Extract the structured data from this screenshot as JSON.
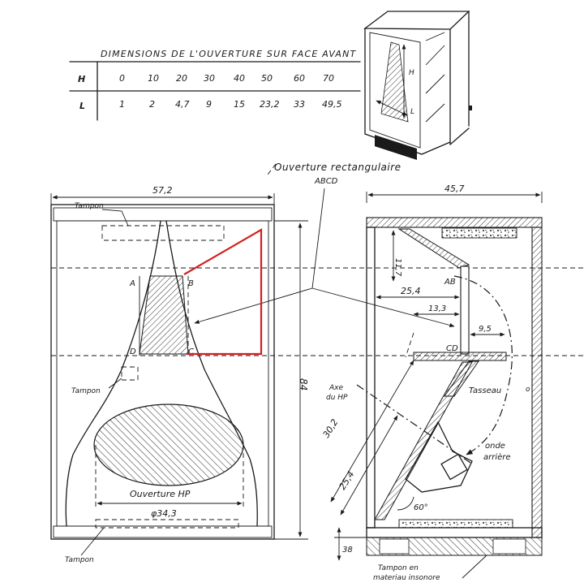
{
  "table": {
    "title": "DIMENSIONS DE L'OUVERTURE SUR FACE AVANT",
    "rows": [
      {
        "label": "H",
        "values": [
          "0",
          "10",
          "20",
          "30",
          "40",
          "50",
          "60",
          "70"
        ]
      },
      {
        "label": "L",
        "values": [
          "1",
          "2",
          "4,7",
          "9",
          "15",
          "23,2",
          "33",
          "49,5"
        ]
      }
    ]
  },
  "perspective": {
    "h_label": "H",
    "l_label": "L"
  },
  "front_view": {
    "width_dim": "57,2",
    "height_dim": "84",
    "tampon_top": "Tampon",
    "tampon_mid": "Tampon",
    "tampon_bottom": "Tampon",
    "points": {
      "a": "A",
      "b": "B",
      "c": "C",
      "d": "D"
    },
    "speaker_opening": "Ouverture HP",
    "speaker_diameter": "φ34,3"
  },
  "side_view": {
    "width_dim": "45,7",
    "dim_11_7": "11,7",
    "dim_25_4": "25,4",
    "dim_13_3": "13,3",
    "dim_9_5": "9,5",
    "ab": "AB",
    "cd": "CD",
    "tasseau": "Tasseau",
    "axe_line1": "Axe",
    "axe_line2": "du HP",
    "onde_line1": "onde",
    "onde_line2": "arrière",
    "dim_30_2": "30,2",
    "dim_25_4b": "25,4",
    "angle": "60°",
    "dim_38": "38",
    "tampon_line1": "Tampon en",
    "tampon_line2": "materiau insonore"
  },
  "callout": {
    "line1": "Ouverture rectangulaire",
    "line2": "ABCD"
  }
}
